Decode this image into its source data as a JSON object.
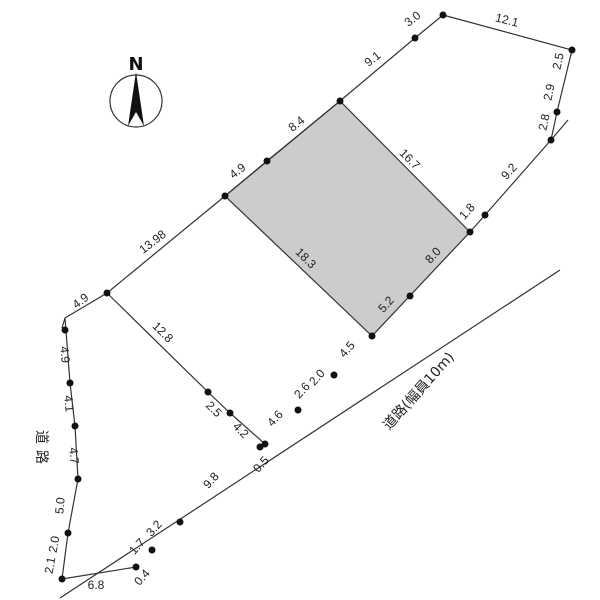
{
  "compass": {
    "label": "N",
    "icon": "north-arrow-icon"
  },
  "road_main": {
    "label": "道路(幅員10m)"
  },
  "road_side": {
    "label_1": "道",
    "label_2": "路"
  },
  "colors": {
    "highlight": "#cccccc",
    "line": "#333333",
    "dot": "#111111"
  },
  "lengths": {
    "top_a": "3.0",
    "top_b": "12.1",
    "right_a": "2.5",
    "right_b": "2.9",
    "right_c": "2.8",
    "right_d": "9.2",
    "right_e": "1.8",
    "upper_a": "9.1",
    "upper_b": "8.4",
    "upper_c": "4.9",
    "upper_d": "13.98",
    "upper_e": "4.9",
    "diag_top": "16.7",
    "diag_mid": "18.3",
    "inner_a": "8.0",
    "inner_b": "5.2",
    "inner_c": "4.5",
    "road_a": "2.0",
    "road_b": "2.6",
    "road_c": "4.6",
    "road_d": "0.5",
    "road_e": "9.8",
    "left_a": "12.8",
    "left_b": "2.5",
    "left_c": "4.2",
    "west_a": "4.9",
    "west_b": "4.1",
    "west_c": "4.7",
    "west_d": "5.0",
    "west_e": "2.1",
    "west_f": "2.0",
    "bottom_a": "6.8",
    "bottom_b": "0.4",
    "bottom_c": "1.7",
    "bottom_d": "3.2"
  }
}
